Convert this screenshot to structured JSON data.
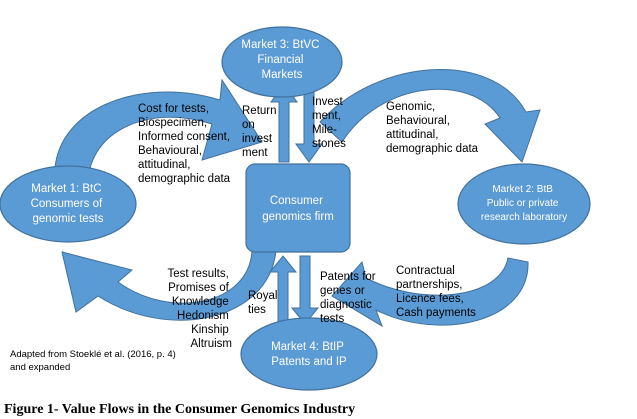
{
  "nodes": {
    "market3": {
      "lines": [
        "Market 3: BtVC",
        "Financial",
        "Markets"
      ]
    },
    "market1": {
      "lines": [
        "Market 1: BtC",
        "Consumers of",
        "genomic tests"
      ]
    },
    "market2": {
      "lines": [
        "Market 2: BtB",
        "Public or private",
        "research laboratory"
      ]
    },
    "market4": {
      "lines": [
        "Market 4: BtIP",
        "Patents and IP"
      ]
    },
    "firm": {
      "lines": [
        "Consumer",
        "genomics firm"
      ]
    }
  },
  "labels": {
    "m1_to_firm": [
      "Cost for tests,",
      "Biospecimen,",
      "Informed consent,",
      "Behavioural,",
      "attitudinal,",
      "demographic data"
    ],
    "firm_to_m1": [
      "Test results,",
      "Promises of",
      "Knowledge",
      "Hedonism",
      "Kinship",
      "Altruism"
    ],
    "firm_to_m2": [
      "Genomic,",
      "Behavioural,",
      "attitudinal,",
      "demographic data"
    ],
    "m2_to_firm": [
      "Contractual",
      "partnerships,",
      "Licence fees,",
      "Cash payments"
    ],
    "m3_to_firm": [
      "Return",
      "on",
      "invest",
      "ment"
    ],
    "firm_to_m3": [
      "Invest",
      "ment,",
      "Mile-",
      "stones"
    ],
    "m4_to_firm": [
      "Royal",
      "ties"
    ],
    "firm_to_m4": [
      "Patents for",
      "genes or",
      "diagnostic",
      "tests"
    ]
  },
  "source_note": [
    "Adapted from Stoeklé et al. (2016, p. 4)",
    "and expanded"
  ],
  "caption": "Figure 1- Value Flows in the Consumer Genomics Industry",
  "colors": {
    "node_fill": "#5b9bd5",
    "node_stroke": "#41719c",
    "text": "#000000"
  }
}
